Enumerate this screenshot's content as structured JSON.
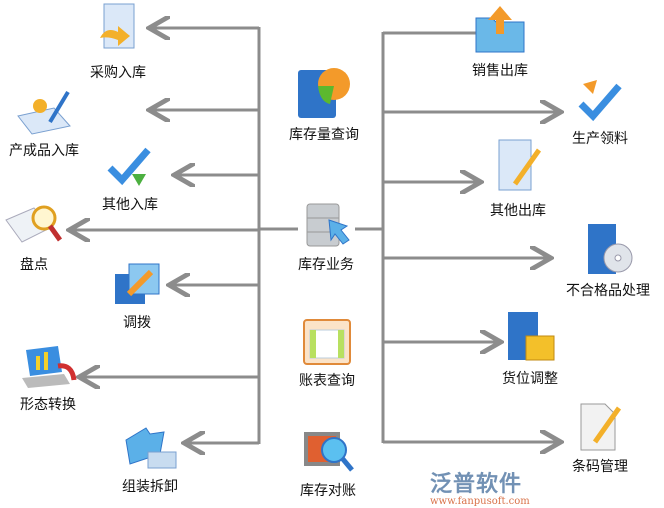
{
  "center": [
    {
      "label": "库存量查询",
      "icon": "chart-book-icon"
    },
    {
      "label": "库存业务",
      "icon": "database-arrow-icon"
    },
    {
      "label": "账表查询",
      "icon": "spreadsheet-icon"
    },
    {
      "label": "库存对账",
      "icon": "monitor-magnifier-icon"
    }
  ],
  "left": [
    {
      "label": "采购入库",
      "icon": "document-arrow-icon"
    },
    {
      "label": "产成品入库",
      "icon": "pen-coins-icon"
    },
    {
      "label": "其他入库",
      "icon": "check-arrow-icon"
    },
    {
      "label": "盘点",
      "icon": "magnifier-report-icon"
    },
    {
      "label": "调拨",
      "icon": "transfer-window-icon"
    },
    {
      "label": "形态转换",
      "icon": "laptop-chart-icon"
    },
    {
      "label": "组装拆卸",
      "icon": "folder-icon"
    }
  ],
  "right": [
    {
      "label": "销售出库",
      "icon": "folder-up-icon"
    },
    {
      "label": "生产领料",
      "icon": "check-arrow-icon"
    },
    {
      "label": "其他出库",
      "icon": "document-pencil-icon"
    },
    {
      "label": "不合格品处理",
      "icon": "server-disc-icon"
    },
    {
      "label": "货位调整",
      "icon": "floppy-box-icon"
    },
    {
      "label": "条码管理",
      "icon": "paper-pencil-icon"
    }
  ],
  "watermark": {
    "brand": "泛普软件",
    "url": "www.fanpusoft.com"
  },
  "colors": {
    "line": "#8c8c8c",
    "blue": "#2f74c8",
    "orange": "#f39a2a",
    "green": "#5cb82e"
  }
}
